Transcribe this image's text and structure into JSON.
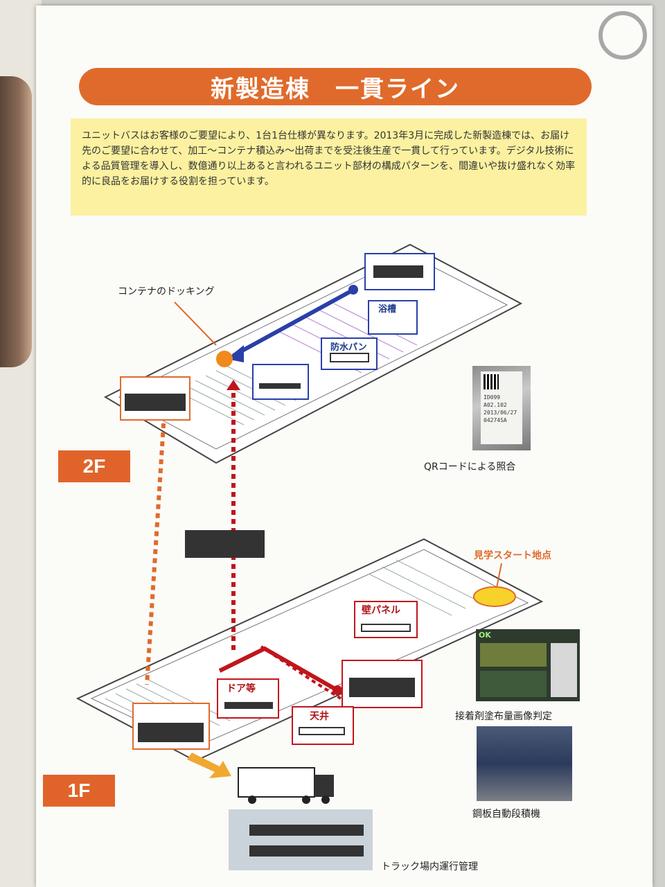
{
  "title": "新製造棟　一貫ライン",
  "intro": "ユニットバスはお客様のご要望により、1台1台仕様が異なります。2013年3月に完成した新製造棟では、お届け先のご要望に合わせて、加工～コンテナ積込み～出荷までを受注後生産で一貫して行っています。デジタル技術による品質管理を導入し、数億通り以上あると言われるユニット部材の構成パターンを、間違いや抜け盛れなく効率的に良品をお届けする役割を担っています。",
  "floors": {
    "upper": "2F",
    "lower": "1F"
  },
  "callouts": {
    "docking": "コンテナのドッキング",
    "tank": "浴槽",
    "waterproof_pan": "防水パン",
    "wall_panel": "壁パネル",
    "door": "ドア等",
    "ceiling": "天井",
    "tour_start": "見学スタート地点"
  },
  "photos": {
    "qr_caption": "QRコードによる照合",
    "glue_caption": "接着剤塗布量画像判定",
    "steel_caption": "鋼板自動段積機",
    "truck_caption": "トラック場内運行管理"
  },
  "qr_card_text": [
    "ID099",
    "A02.102",
    "2013/06/27",
    "04274SA"
  ],
  "glue_screen_status": "OK",
  "colors": {
    "accent_orange": "#e06a2b",
    "note_yellow": "#fbf1a0",
    "flow_blue": "#2a3fa8",
    "flow_red": "#c0161c"
  }
}
